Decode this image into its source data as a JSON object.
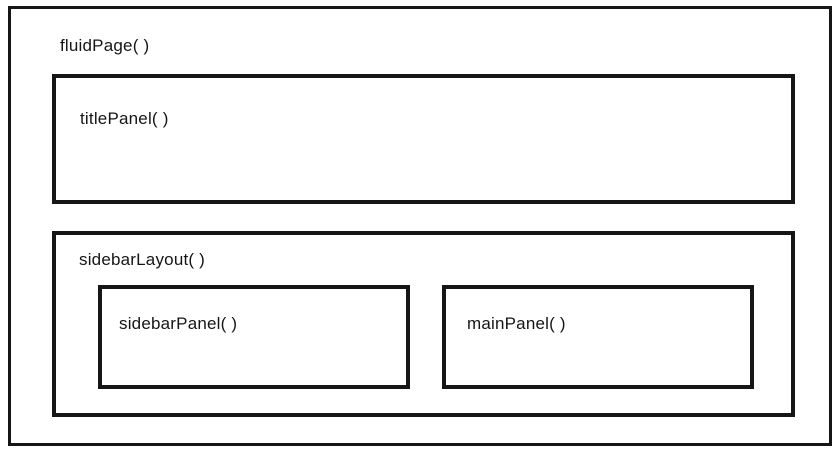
{
  "diagram": {
    "title": "Shiny UI nested layout diagram",
    "background_color": "#ffffff",
    "border_color": "#161616",
    "fluid_page": {
      "label": "fluidPage( )",
      "children": [
        "titlePanel( )",
        "sidebarLayout( )"
      ]
    },
    "title_panel": {
      "label": "titlePanel( )"
    },
    "sidebar_layout": {
      "label": "sidebarLayout( )",
      "children": [
        "sidebarPanel( )",
        "mainPanel( )"
      ]
    },
    "sidebar_panel": {
      "label": "sidebarPanel( )"
    },
    "main_panel": {
      "label": "mainPanel( )"
    }
  }
}
